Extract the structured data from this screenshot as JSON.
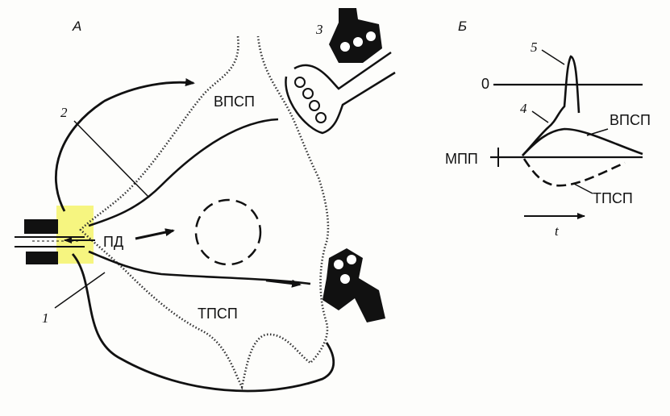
{
  "panel_a": {
    "letter": "А",
    "label_epsp": "ВПСП",
    "label_ipsp": "ТПСП",
    "label_ap": "ПД",
    "marker_1": "1",
    "marker_2": "2",
    "marker_3": "3"
  },
  "panel_b": {
    "letter": "Б",
    "label_zero": "0",
    "label_rmp": "МПП",
    "label_epsp": "ВПСП",
    "label_ipsp": "ТПСП",
    "marker_4": "4",
    "marker_5": "5",
    "time_label": "t"
  },
  "colors": {
    "ink": "#111111",
    "highlight": "#f4f36a",
    "paper": "#fdfdfb"
  }
}
